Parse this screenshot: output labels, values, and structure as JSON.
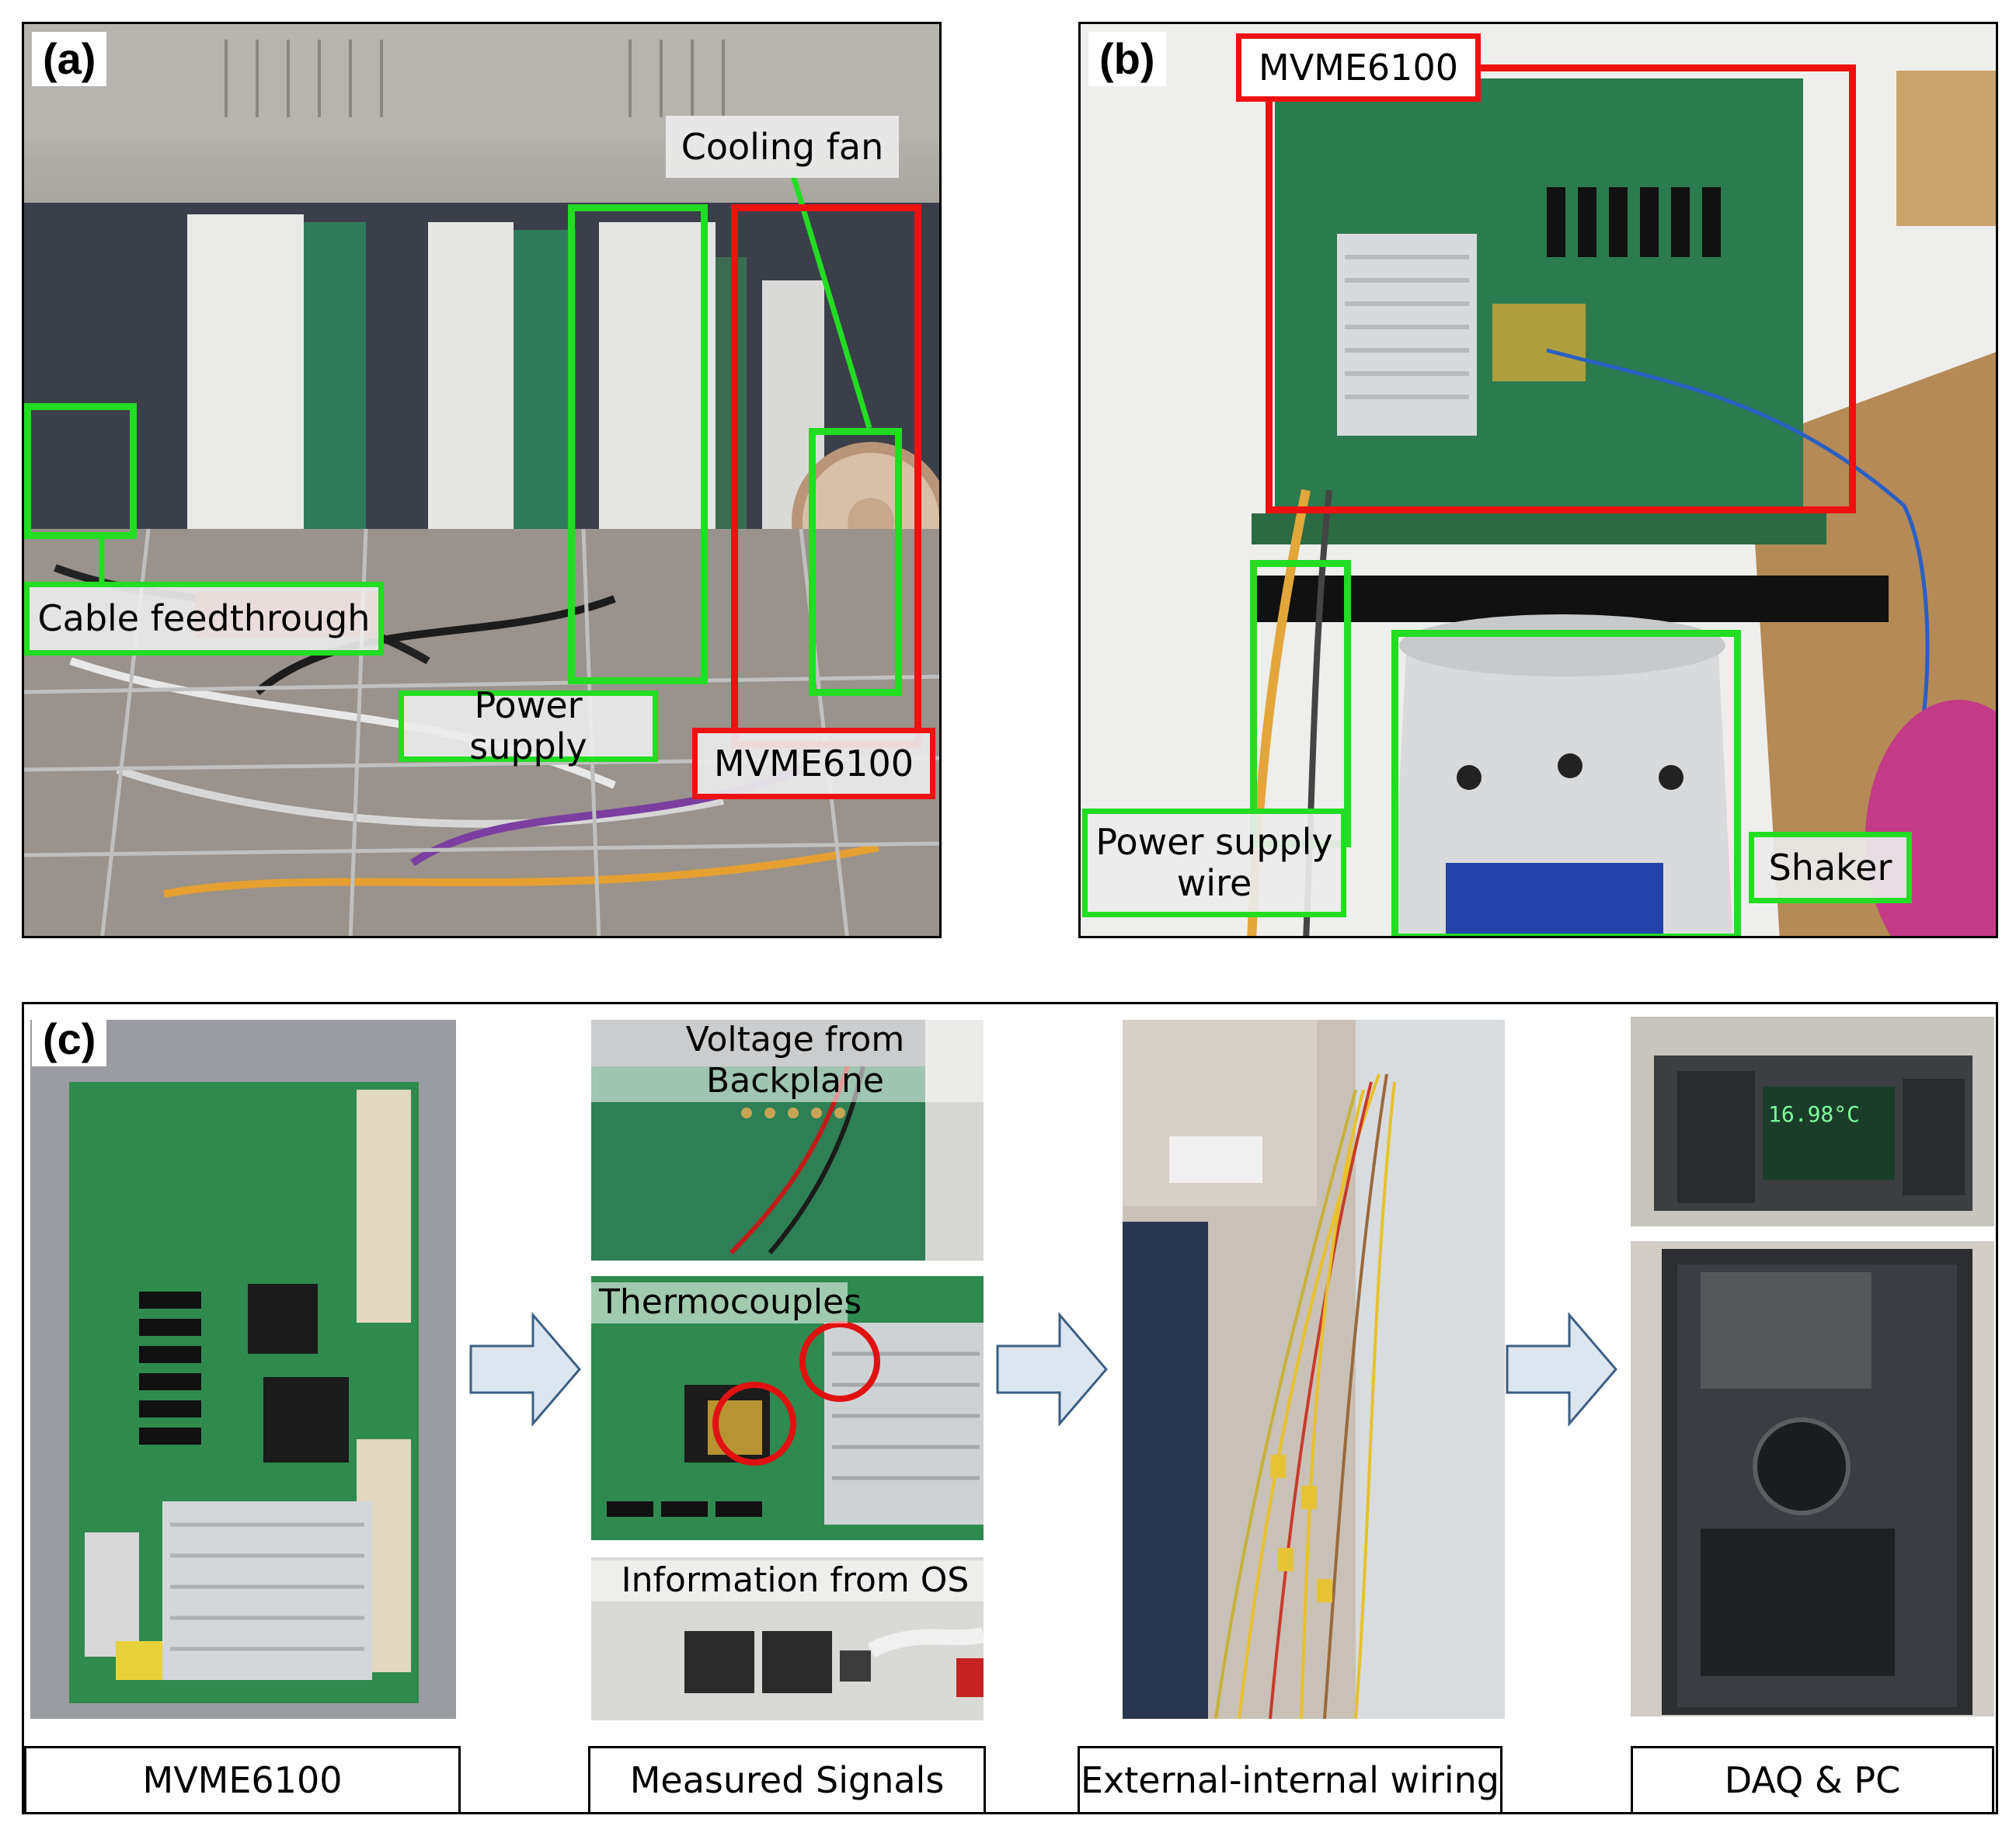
{
  "panel_a": {
    "label": "(a)",
    "tags": {
      "cooling_fan": "Cooling fan",
      "cable_feedthrough": "Cable feedthrough",
      "power_supply": "Power supply",
      "mvme": "MVME6100"
    },
    "colors": {
      "green": "#22dd22",
      "red": "#ee1111"
    }
  },
  "panel_b": {
    "label": "(b)",
    "tags": {
      "mvme": "MVME6100",
      "power_supply_wire_line1": "Power supply",
      "power_supply_wire_line2": "wire",
      "shaker": "Shaker"
    }
  },
  "panel_c": {
    "label": "(c)",
    "overlays": {
      "voltage_line1": "Voltage from",
      "voltage_line2": "Backplane",
      "thermocouples": "Thermocouples",
      "os_info": "Information from OS",
      "daq_reading": "16.98°C"
    },
    "captions": [
      "MVME6100",
      "Measured Signals",
      "External-internal wiring",
      "DAQ & PC"
    ]
  }
}
